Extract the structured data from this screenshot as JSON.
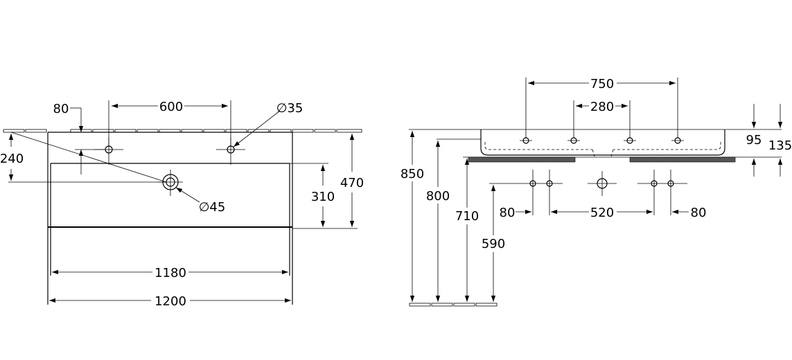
{
  "front_view": {
    "dim_600": "600",
    "dim_80": "80",
    "dim_d35": "∅35",
    "dim_240": "240",
    "dim_310": "310",
    "dim_470": "470",
    "dim_d45": "∅45",
    "dim_1180": "1180",
    "dim_1200": "1200"
  },
  "side_view": {
    "dim_750": "750",
    "dim_280": "280",
    "dim_95": "95",
    "dim_135": "135",
    "dim_850": "850",
    "dim_800": "800",
    "dim_710": "710",
    "dim_590": "590",
    "dim_80_left": "80",
    "dim_520": "520",
    "dim_80_right": "80"
  }
}
